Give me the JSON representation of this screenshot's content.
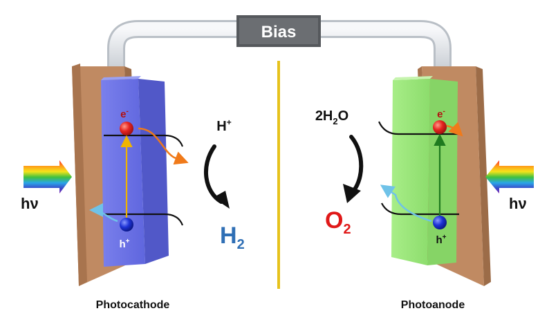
{
  "bias": {
    "label": "Bias"
  },
  "left_cell": {
    "name": "Photocathode",
    "electron": {
      "base": "e",
      "sup": "-"
    },
    "hole": {
      "base": "h",
      "sup": "+"
    },
    "reactant": {
      "base": "H",
      "sup": "+"
    },
    "product": {
      "base": "H",
      "sub": "2"
    },
    "light": "hν"
  },
  "right_cell": {
    "name": "Photoanode",
    "electron": {
      "base": "e",
      "sup": "-"
    },
    "hole": {
      "base": "h",
      "sup": "+"
    },
    "reactant": {
      "pre": "2H",
      "sub": "2",
      "post": "O"
    },
    "product": {
      "base": "O",
      "sub": "2"
    },
    "light": "hν"
  },
  "colors": {
    "electrode": "#c08a62",
    "photocathode": "#6f76e8",
    "photoanode": "#9fe87e",
    "wire": "#e3e6ea",
    "bias_box": "#6b6e72",
    "separator": "#e6c21c",
    "electron": "#e52420",
    "hole": "#1d33d6",
    "h2": "#2f6fb5",
    "o2": "#e01818",
    "excitation_left": "#f0b400",
    "excitation_right": "#1f7a1f",
    "electron_path": "#f07a1a",
    "hole_path": "#6fc2e8"
  },
  "icons": [
    "rainbow-arrow-right-icon",
    "rainbow-arrow-left-icon",
    "curved-arrow-icon"
  ]
}
